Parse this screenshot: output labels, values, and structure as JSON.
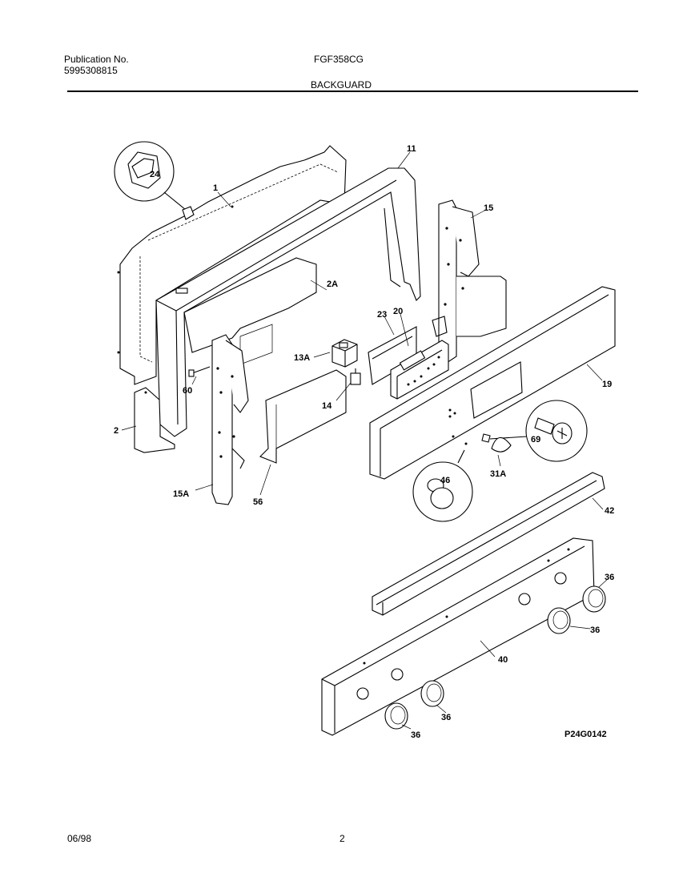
{
  "header": {
    "publication_label": "Publication No.",
    "publication_number": "5995308815",
    "model": "FGF358CG",
    "section_title": "BACKGUARD"
  },
  "callouts": [
    "24",
    "1",
    "11",
    "15",
    "2A",
    "23",
    "20",
    "13A",
    "60",
    "14",
    "19",
    "2",
    "69",
    "31A",
    "46",
    "15A",
    "56",
    "42",
    "36",
    "36",
    "40",
    "36",
    "36"
  ],
  "diagram_code": "P24G0142",
  "footer": {
    "date": "06/98",
    "page": "2"
  }
}
